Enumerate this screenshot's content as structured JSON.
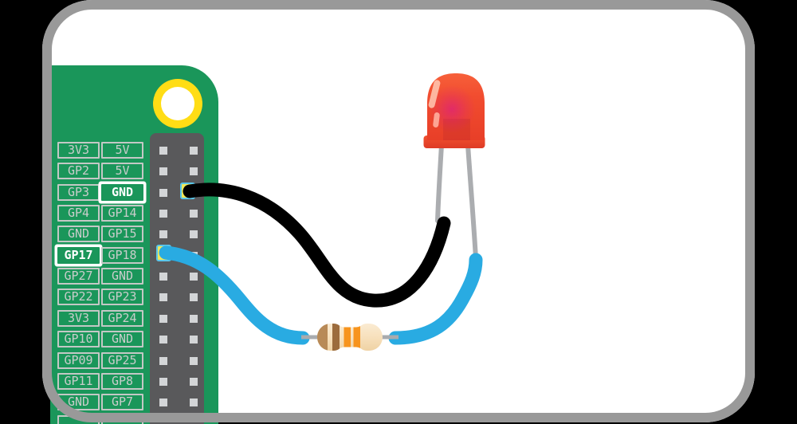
{
  "diagram": {
    "name": "raspberry-pi-gpio-led-circuit",
    "board": {
      "name": "Raspberry Pi GPIO header",
      "pin_rows": [
        {
          "left": "3V3",
          "right": "5V"
        },
        {
          "left": "GP2",
          "right": "5V"
        },
        {
          "left": "GP3",
          "right": "GND",
          "right_highlight": true
        },
        {
          "left": "GP4",
          "right": "GP14"
        },
        {
          "left": "GND",
          "right": "GP15"
        },
        {
          "left": "GP17",
          "right": "GP18",
          "left_highlight": true
        },
        {
          "left": "GP27",
          "right": "GND"
        },
        {
          "left": "GP22",
          "right": "GP23"
        },
        {
          "left": "3V3",
          "right": "GP24"
        },
        {
          "left": "GP10",
          "right": "GND"
        },
        {
          "left": "GP09",
          "right": "GP25"
        },
        {
          "left": "GP11",
          "right": "GP8"
        },
        {
          "left": "GND",
          "right": "GP7"
        },
        {
          "left": "",
          "right": ""
        }
      ],
      "highlighted_pins": [
        "GND",
        "GP17"
      ],
      "header_pin_rows": 13
    },
    "components": {
      "led": {
        "type": "LED",
        "color": "red"
      },
      "resistor": {
        "bands": [
          "tan",
          "brown",
          "orange",
          "orange"
        ]
      },
      "wires": [
        {
          "name": "ground-wire",
          "color": "black",
          "from": "GND",
          "to": "LED left leg"
        },
        {
          "name": "signal-wire",
          "color": "blue",
          "from": "GP17",
          "to": "resistor to LED right leg"
        }
      ]
    },
    "colors": {
      "board_green": "#1A965A",
      "frame_gray": "#999999",
      "header_gray": "#59595B",
      "cell_gray": "#C3C8C5",
      "wire_black": "#000000",
      "wire_blue": "#29ABE2",
      "led_red": "#F04A2E",
      "pin_highlight_yellow": "#F2E957",
      "pin_highlight_border": "#5BC6EA",
      "hole_yellow": "#FFDD15"
    }
  }
}
